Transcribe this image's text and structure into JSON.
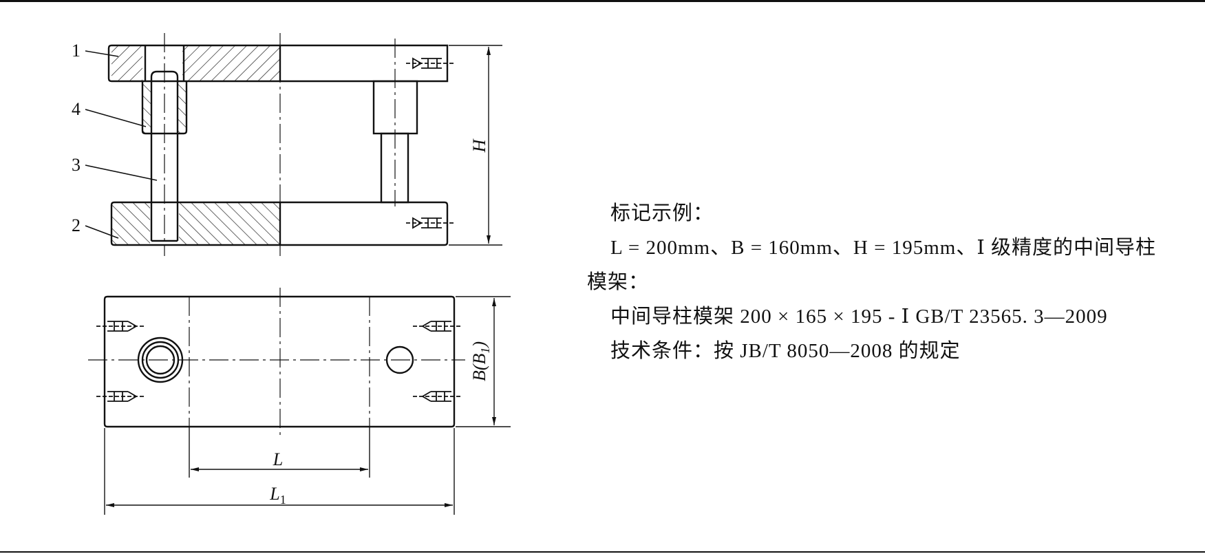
{
  "diagram": {
    "part_numbers": [
      "1",
      "4",
      "3",
      "2"
    ],
    "dimension_labels": {
      "height": "H",
      "width": "B(B1)",
      "width_main": "B(B",
      "width_sub": "1",
      "width_close": ")",
      "length": "L",
      "length_overall_main": "L",
      "length_overall_sub": "1"
    }
  },
  "notes": {
    "heading": "标记示例：",
    "line1": "L = 200mm、B = 160mm、H = 195mm、Ⅰ 级精度的中间导柱",
    "line2": "模架：",
    "line3": "中间导柱模架 200 × 165 × 195 - Ⅰ  GB/T 23565. 3—2009",
    "line4": "技术条件：按 JB/T 8050—2008 的规定"
  }
}
